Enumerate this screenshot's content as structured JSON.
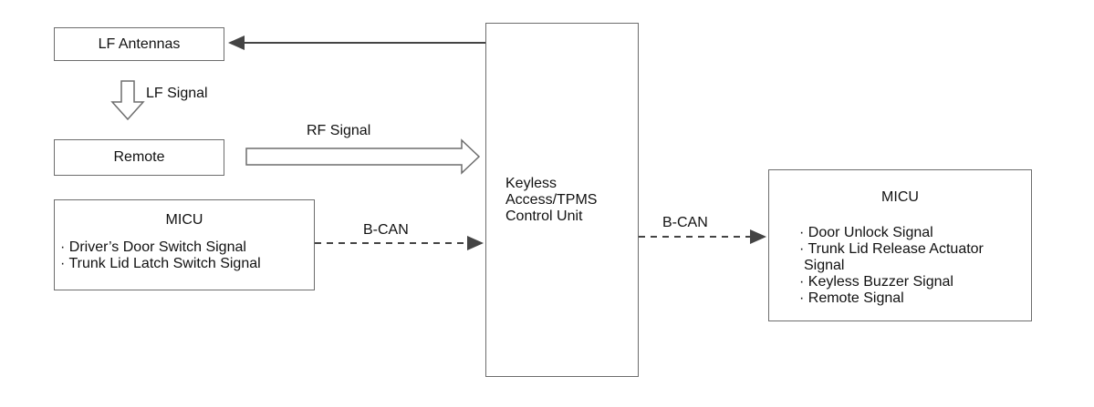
{
  "blocks": {
    "lf_antennas": {
      "label": "LF Antennas"
    },
    "remote": {
      "label": "Remote"
    },
    "micu_left": {
      "title": "MICU",
      "items": [
        "· Driver’s Door Switch Signal",
        "· Trunk Lid Latch Switch Signal"
      ]
    },
    "control_unit": {
      "lines": [
        "Keyless",
        "Access/TPMS",
        "Control Unit"
      ]
    },
    "micu_right": {
      "title": "MICU",
      "items": [
        "· Door Unlock Signal",
        "· Trunk Lid Release Actuator",
        "Signal",
        "· Keyless Buzzer Signal",
        "· Remote Signal"
      ]
    }
  },
  "connections": {
    "lf_signal": {
      "label": "LF Signal"
    },
    "rf_signal": {
      "label": "RF Signal"
    },
    "bcan_left": {
      "label": "B-CAN"
    },
    "bcan_right": {
      "label": "B-CAN"
    }
  },
  "colors": {
    "line": "#444444",
    "border": "#6d6d6d",
    "text": "#111111"
  }
}
